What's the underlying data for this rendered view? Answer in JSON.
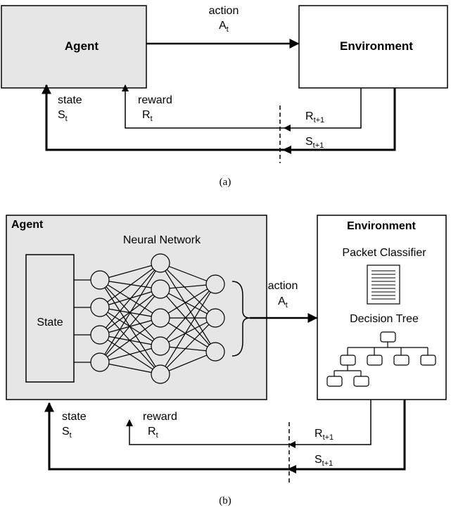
{
  "diagram_a": {
    "agent_label": "Agent",
    "environment_label": "Environment",
    "action_label": "action",
    "action_symbol": "A",
    "action_sub": "t",
    "state_label": "state",
    "state_symbol": "S",
    "state_sub": "t",
    "reward_label": "reward",
    "reward_symbol": "R",
    "reward_sub": "t",
    "next_reward_symbol": "R",
    "next_reward_sub": "t+1",
    "next_state_symbol": "S",
    "next_state_sub": "t+1",
    "caption": "(a)"
  },
  "diagram_b": {
    "agent_label": "Agent",
    "neural_network_label": "Neural Network",
    "state_box_label": "State",
    "environment_label": "Environment",
    "packet_classifier_label": "Packet Classifier",
    "decision_tree_label": "Decision Tree",
    "action_label": "action",
    "action_symbol": "A",
    "action_sub": "t",
    "state_label": "state",
    "state_symbol": "S",
    "state_sub": "t",
    "reward_label": "reward",
    "reward_symbol": "R",
    "reward_sub": "t",
    "next_reward_symbol": "R",
    "next_reward_sub": "t+1",
    "next_state_symbol": "S",
    "next_state_sub": "t+1",
    "caption": "(b)"
  },
  "colors": {
    "agent_fill": "#e6e6e6",
    "stroke": "#000000",
    "background": "#ffffff"
  }
}
